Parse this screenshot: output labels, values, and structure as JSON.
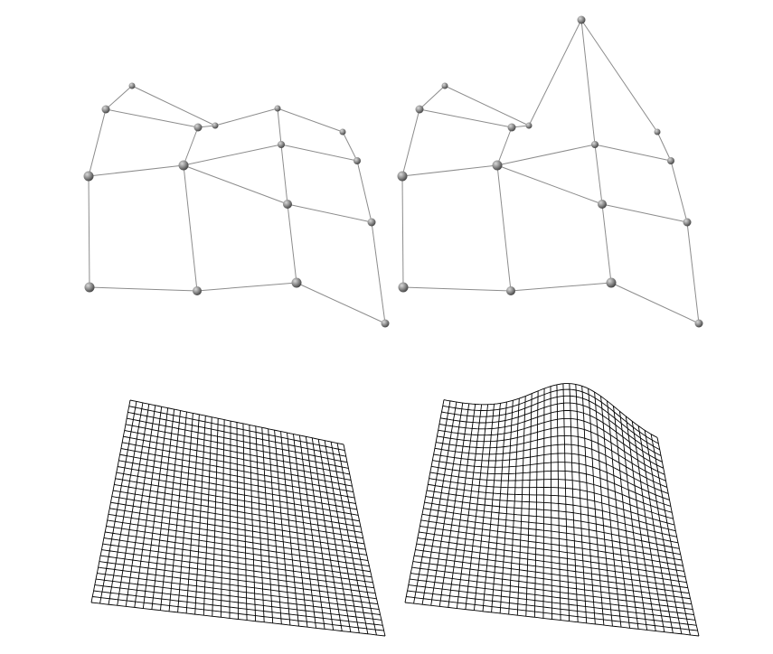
{
  "figure": {
    "panels": [
      {
        "name": "control-net-original"
      },
      {
        "name": "control-net-modified"
      },
      {
        "name": "surface-original"
      },
      {
        "name": "surface-modified"
      }
    ],
    "colors": {
      "background": "#ffffff",
      "edge": "#8c8c8c",
      "vertex_light": "#d9d9d9",
      "vertex_dark": "#454545",
      "mesh": "#000000"
    }
  }
}
